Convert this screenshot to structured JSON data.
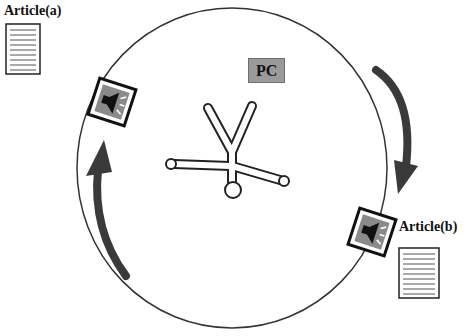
{
  "diagram": {
    "nodes": [
      {
        "text": [
          "Article(a)"
        ]
      },
      {
        "text": [
          "PC"
        ]
      },
      {
        "text": [
          "Article(b)"
        ]
      }
    ]
  }
}
